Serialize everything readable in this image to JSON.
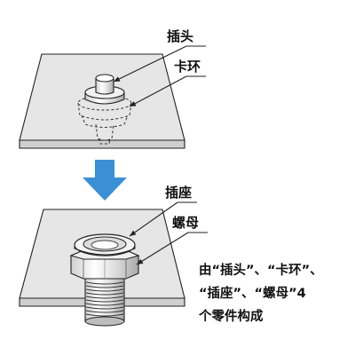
{
  "top_panel": {
    "label_plug": "插头",
    "label_clip": "卡环"
  },
  "bottom_panel": {
    "label_socket": "插座",
    "label_nut": "螺母"
  },
  "caption": {
    "line1": "由“插头”、“卡环”、",
    "line2": "“插座”、“螺母”4",
    "line3": "个零件构成"
  },
  "colors": {
    "arrow": "#3b8fd4",
    "plate_fill": "#e6e6e6",
    "plate_edge": "#cfcfcf",
    "outline": "#222222"
  }
}
